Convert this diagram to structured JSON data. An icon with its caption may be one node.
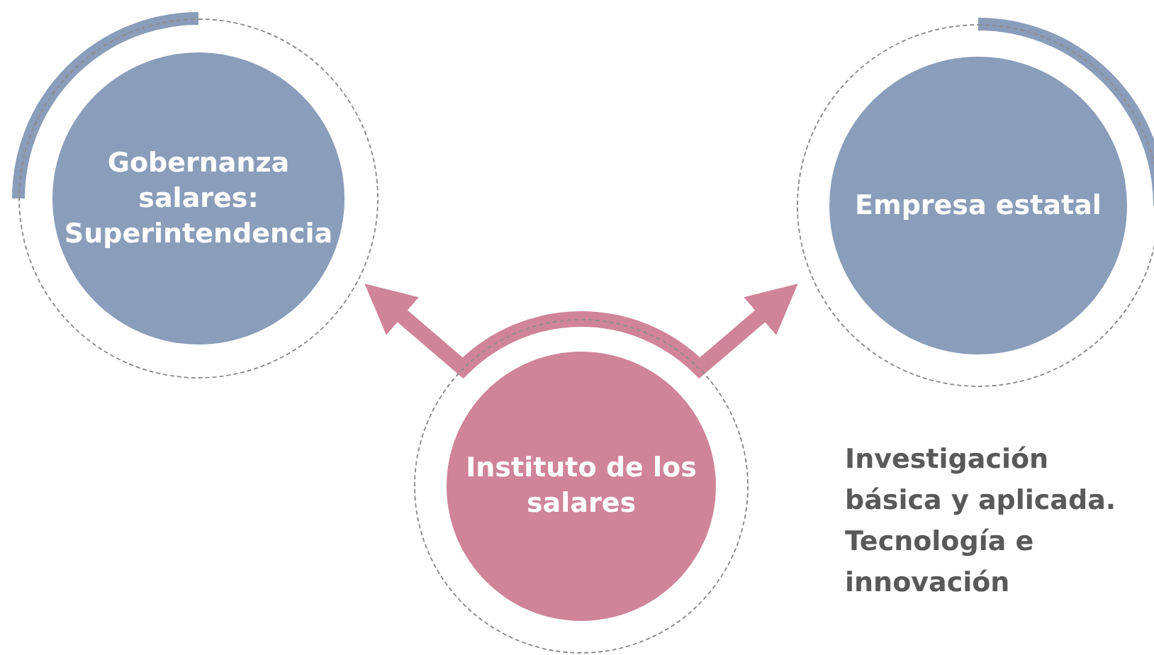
{
  "diagram": {
    "nodes": [
      {
        "text": [
          "Gobernanza salares: Superintendencia"
        ]
      },
      {
        "text": [
          "Empresa estatal"
        ]
      },
      {
        "text": [
          "Instituto de los salares"
        ]
      }
    ],
    "edges": [
      {
        "from": 2,
        "to": 0,
        "arrow": "to"
      },
      {
        "from": 2,
        "to": 1,
        "arrow": "to"
      }
    ],
    "labels": [
      "Investigación básica y aplicada. Tecnología e innovación"
    ]
  }
}
